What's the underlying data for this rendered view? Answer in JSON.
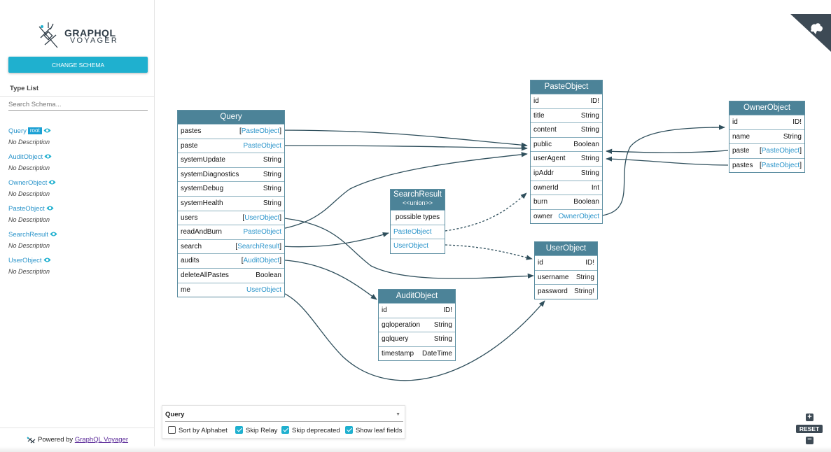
{
  "logo": {
    "title": "GRAPHQL",
    "subtitle": "VOYAGER"
  },
  "sidebar": {
    "change_schema": "CHANGE SCHEMA",
    "type_list_title": "Type List",
    "search_placeholder": "Search Schema...",
    "types": [
      {
        "name": "Query",
        "badge": "root",
        "desc": "No Description"
      },
      {
        "name": "AuditObject",
        "desc": "No Description"
      },
      {
        "name": "OwnerObject",
        "desc": "No Description"
      },
      {
        "name": "PasteObject",
        "desc": "No Description"
      },
      {
        "name": "SearchResult",
        "desc": "No Description"
      },
      {
        "name": "UserObject",
        "desc": "No Description"
      }
    ],
    "powered_prefix": "Powered by ",
    "powered_link": "GraphQL Voyager"
  },
  "nodes": {
    "query": {
      "title": "Query",
      "fields": [
        {
          "name": "pastes",
          "open": "[",
          "type": "PasteObject",
          "close": "]",
          "link": true
        },
        {
          "name": "paste",
          "open": "",
          "type": "PasteObject",
          "close": "",
          "link": true
        },
        {
          "name": "systemUpdate",
          "open": "",
          "type": "String",
          "close": "",
          "link": false
        },
        {
          "name": "systemDiagnostics",
          "open": "",
          "type": "String",
          "close": "",
          "link": false
        },
        {
          "name": "systemDebug",
          "open": "",
          "type": "String",
          "close": "",
          "link": false
        },
        {
          "name": "systemHealth",
          "open": "",
          "type": "String",
          "close": "",
          "link": false
        },
        {
          "name": "users",
          "open": "[",
          "type": "UserObject",
          "close": "]",
          "link": true
        },
        {
          "name": "readAndBurn",
          "open": "",
          "type": "PasteObject",
          "close": "",
          "link": true
        },
        {
          "name": "search",
          "open": "[",
          "type": "SearchResult",
          "close": "]",
          "link": true
        },
        {
          "name": "audits",
          "open": "[",
          "type": "AuditObject",
          "close": "]",
          "link": true
        },
        {
          "name": "deleteAllPastes",
          "open": "",
          "type": "Boolean",
          "close": "",
          "link": false
        },
        {
          "name": "me",
          "open": "",
          "type": "UserObject",
          "close": "",
          "link": true
        }
      ]
    },
    "paste": {
      "title": "PasteObject",
      "fields": [
        {
          "name": "id",
          "open": "",
          "type": "ID!",
          "close": "",
          "link": false
        },
        {
          "name": "title",
          "open": "",
          "type": "String",
          "close": "",
          "link": false
        },
        {
          "name": "content",
          "open": "",
          "type": "String",
          "close": "",
          "link": false
        },
        {
          "name": "public",
          "open": "",
          "type": "Boolean",
          "close": "",
          "link": false
        },
        {
          "name": "userAgent",
          "open": "",
          "type": "String",
          "close": "",
          "link": false
        },
        {
          "name": "ipAddr",
          "open": "",
          "type": "String",
          "close": "",
          "link": false
        },
        {
          "name": "ownerId",
          "open": "",
          "type": "Int",
          "close": "",
          "link": false
        },
        {
          "name": "burn",
          "open": "",
          "type": "Boolean",
          "close": "",
          "link": false
        },
        {
          "name": "owner",
          "open": "",
          "type": "OwnerObject",
          "close": "",
          "link": true
        }
      ]
    },
    "owner": {
      "title": "OwnerObject",
      "fields": [
        {
          "name": "id",
          "open": "",
          "type": "ID!",
          "close": "",
          "link": false
        },
        {
          "name": "name",
          "open": "",
          "type": "String",
          "close": "",
          "link": false
        },
        {
          "name": "paste",
          "open": "[",
          "type": "PasteObject",
          "close": "]",
          "link": true
        },
        {
          "name": "pastes",
          "open": "[",
          "type": "PasteObject",
          "close": "]",
          "link": true
        }
      ]
    },
    "search": {
      "title": "SearchResult",
      "subtitle": "<<union>>",
      "possible_label": "possible types",
      "members": [
        "PasteObject",
        "UserObject"
      ]
    },
    "user": {
      "title": "UserObject",
      "fields": [
        {
          "name": "id",
          "open": "",
          "type": "ID!",
          "close": "",
          "link": false
        },
        {
          "name": "username",
          "open": "",
          "type": "String",
          "close": "",
          "link": false
        },
        {
          "name": "password",
          "open": "",
          "type": "String!",
          "close": "",
          "link": false
        }
      ]
    },
    "audit": {
      "title": "AuditObject",
      "fields": [
        {
          "name": "id",
          "open": "",
          "type": "ID!",
          "close": "",
          "link": false
        },
        {
          "name": "gqloperation",
          "open": "",
          "type": "String",
          "close": "",
          "link": false
        },
        {
          "name": "gqlquery",
          "open": "",
          "type": "String",
          "close": "",
          "link": false
        },
        {
          "name": "timestamp",
          "open": "",
          "type": "DateTime",
          "close": "",
          "link": false
        }
      ]
    }
  },
  "controls": {
    "root_type": "Query",
    "options": [
      {
        "label": "Sort by Alphabet",
        "checked": false
      },
      {
        "label": "Skip Relay",
        "checked": true
      },
      {
        "label": "Skip deprecated",
        "checked": true
      },
      {
        "label": "Show leaf fields",
        "checked": true
      }
    ],
    "reset_label": "RESET",
    "zoom_in": "+",
    "zoom_out": "−"
  },
  "colors": {
    "accent": "#1fb0cf",
    "node_header": "#4c8398",
    "link": "#2a94ca",
    "edge": "#2f4f5c"
  }
}
